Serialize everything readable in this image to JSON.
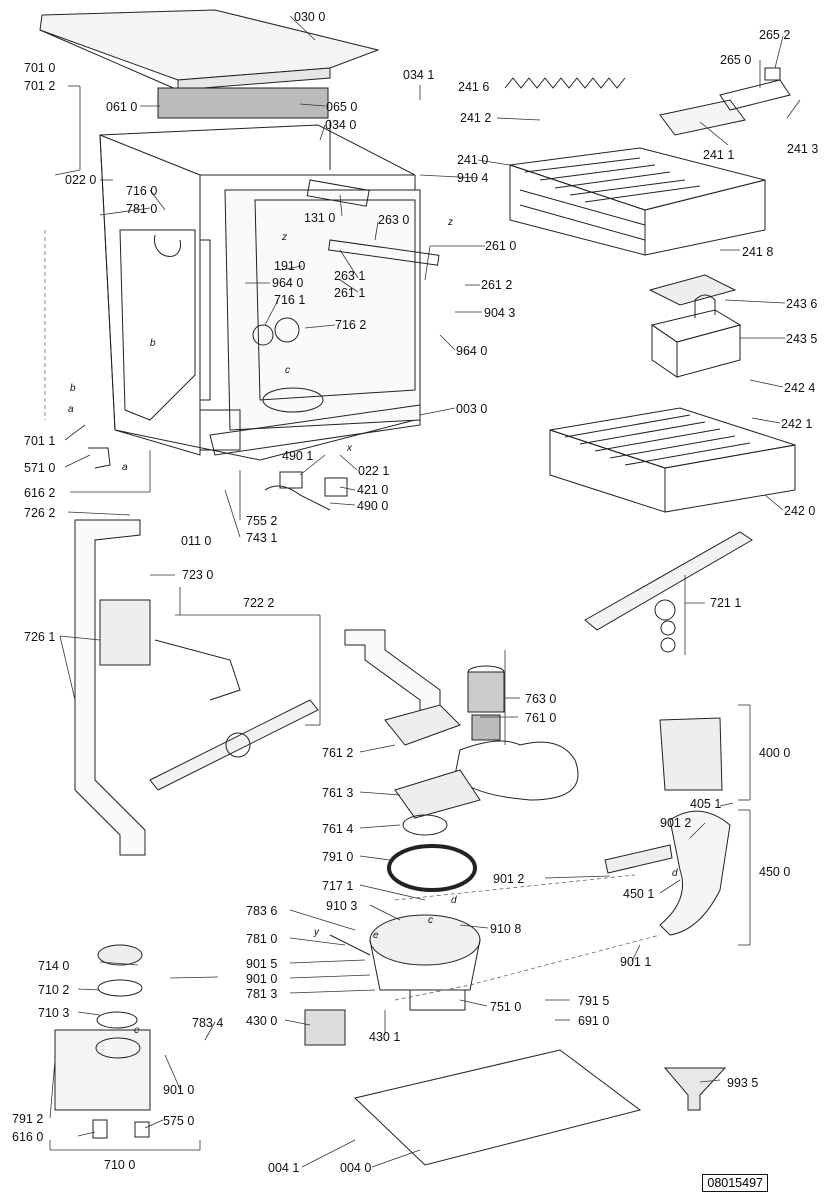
{
  "labels": {
    "l0300": "030 0",
    "l7010": "701 0",
    "l7012": "701 2",
    "l0341": "034 1",
    "l2652": "265 2",
    "l2650": "265 0",
    "l2416": "241 6",
    "l0610": "061 0",
    "l0650": "065 0",
    "l0340": "034 0",
    "l2412": "241 2",
    "l2411": "241 1",
    "l2413": "241 3",
    "l0220": "022 0",
    "l7160": "716 0",
    "l7810": "781 0",
    "l2410": "241 0",
    "l9104": "910 4",
    "l1310": "131 0",
    "l2630": "263 0",
    "l2418": "241 8",
    "l2610": "261 0",
    "l1910": "191 0",
    "l9640a": "964 0",
    "l2631": "263 1",
    "l2611": "261 1",
    "l2612": "261 2",
    "l7161": "716 1",
    "l9043": "904 3",
    "l7162": "716 2",
    "l2436": "243 6",
    "l9640b": "964 0",
    "l2435": "243 5",
    "l2424": "242 4",
    "l0030": "003 0",
    "l2421": "242 1",
    "l7011": "701 1",
    "l5710": "571 0",
    "l4901": "490 1",
    "l0221": "022 1",
    "l6162a": "616 2",
    "l4210": "421 0",
    "l4900": "490 0",
    "l2420": "242 0",
    "l7262": "726 2",
    "l7552": "755 2",
    "l0110": "011 0",
    "l7431": "743 1",
    "l7230": "723 0",
    "l7222": "722 2",
    "l7211": "721 1",
    "l7261": "726 1",
    "l7630": "763 0",
    "l7610": "761 0",
    "l4000": "400 0",
    "l7612": "761 2",
    "l7613": "761 3",
    "l4051": "405 1",
    "l9012a": "901 2",
    "l7614": "761 4",
    "l7910": "791 0",
    "l4500": "450 0",
    "l7171": "717 1",
    "l9012b": "901 2",
    "l4501": "450 1",
    "l7836": "783 6",
    "l9103": "910 3",
    "l9108": "910 8",
    "l7810b": "781 0",
    "l9011": "901 1",
    "l7140": "714 0",
    "l9015": "901 5",
    "l9010a": "901 0",
    "l7813": "781 3",
    "l7102": "710 2",
    "l7510": "751 0",
    "l7915": "791 5",
    "l7103": "710 3",
    "l7834": "783 4",
    "l4300": "430 0",
    "l6910": "691 0",
    "l4301": "430 1",
    "l9010b": "901 0",
    "l9935": "993 5",
    "l7912": "791 2",
    "l5750": "575 0",
    "l6160": "616 0",
    "l7100": "710 0",
    "l0041": "004 1",
    "l0040": "004 0"
  },
  "letters": {
    "a1": "a",
    "a2": "a",
    "b1": "b",
    "b2": "b",
    "c1": "c",
    "c2": "c",
    "d1": "d",
    "d2": "d",
    "e1": "e",
    "e2": "e",
    "x1": "x",
    "z1": "z",
    "z2": "z",
    "y1": "y"
  },
  "document_id": "08015497"
}
